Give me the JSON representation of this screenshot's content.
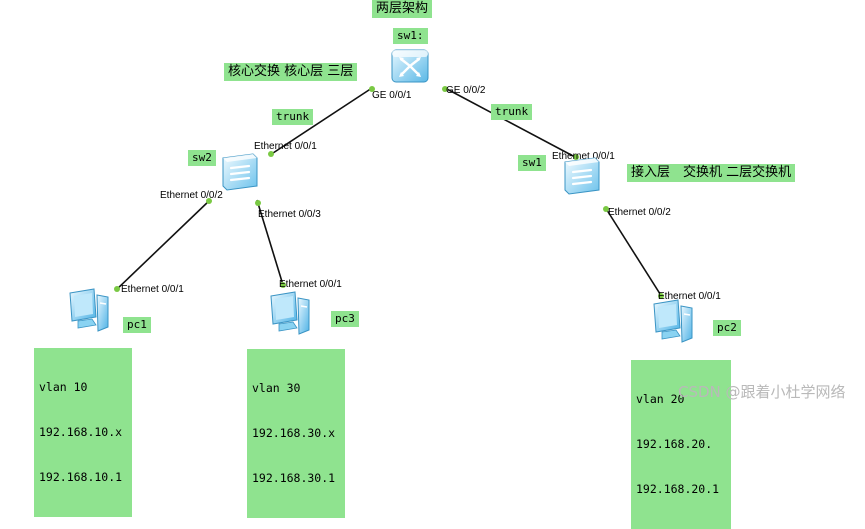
{
  "title": "两层架构",
  "core_note": "核心交换 核心层 三层",
  "access_note": "接入层　交换机 二层交换机",
  "trunk_label": "trunk",
  "devices": {
    "core": "sw1:",
    "sw2": "sw2",
    "sw1": "sw1",
    "pc1": "pc1",
    "pc3": "pc3",
    "pc2": "pc2"
  },
  "ports": {
    "core_left": "GE 0/0/1",
    "core_right": "GE 0/0/2",
    "sw2_up": "Ethernet 0/0/1",
    "sw2_left": "Ethernet 0/0/2",
    "sw2_right": "Ethernet 0/0/3",
    "sw1_up": "Ethernet 0/0/1",
    "sw1_down": "Ethernet 0/0/2",
    "pc1": "Ethernet 0/0/1",
    "pc3": "Ethernet 0/0/1",
    "pc2": "Ethernet 0/0/1"
  },
  "notes": {
    "pc1": [
      "vlan 10",
      "192.168.10.x",
      "192.168.10.1"
    ],
    "pc3": [
      "vlan 30",
      "192.168.30.x",
      "192.168.30.1"
    ],
    "pc2": [
      "vlan 20",
      "192.168.20.",
      "192.168.20.1"
    ]
  },
  "watermark": "CSDN @跟着小杜学网络",
  "colors": {
    "label_bg": "#8fe38f",
    "link": "#111111",
    "port_dot": "#7ac943",
    "device": "#8ad3f2"
  }
}
